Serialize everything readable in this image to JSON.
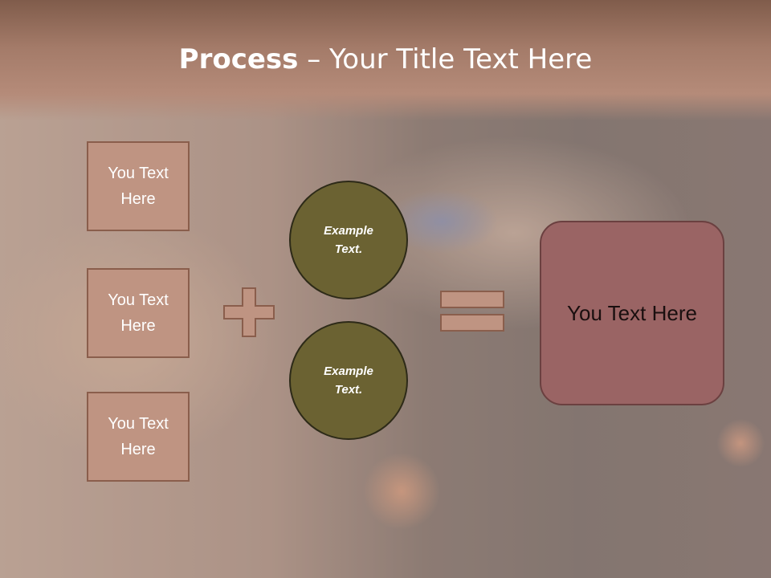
{
  "title": {
    "bold": "Process",
    "dash": " – ",
    "rest": "Your Title Text Here"
  },
  "left_boxes": [
    {
      "line1": "You Text",
      "line2": "Here"
    },
    {
      "line1": "You Text",
      "line2": "Here"
    },
    {
      "line1": "You Text",
      "line2": "Here"
    }
  ],
  "circles": [
    {
      "line1": "Example",
      "line2": "Text."
    },
    {
      "line1": "Example",
      "line2": "Text."
    }
  ],
  "result": {
    "text": "You Text Here"
  },
  "colors": {
    "box_fill": "#bf9482",
    "box_border": "#8a5e4c",
    "circle_fill": "#6b6232",
    "result_fill": "#9a6464",
    "header": "#a47b69"
  }
}
